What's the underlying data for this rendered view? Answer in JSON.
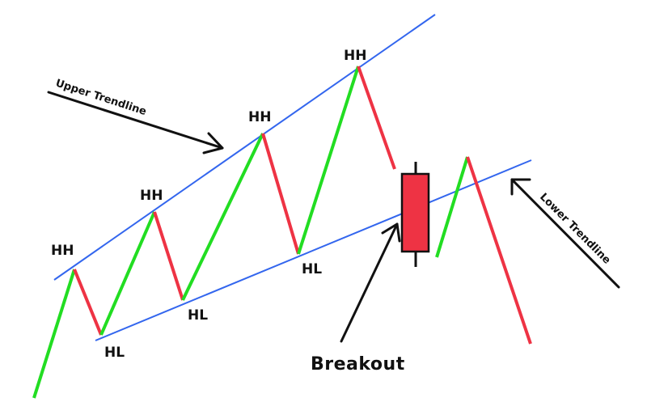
{
  "labels": {
    "hh": "HH",
    "hl": "HL",
    "breakout": "Breakout",
    "upper_trendline": "Upper Trendline",
    "lower_trendline": "Lower Trendline"
  },
  "colors": {
    "up": "#22dd22",
    "down": "#ee3344",
    "trendline": "#3366ee",
    "candle_fill": "#ee3344",
    "candle_outline": "#111111",
    "arrow": "#111111"
  }
}
